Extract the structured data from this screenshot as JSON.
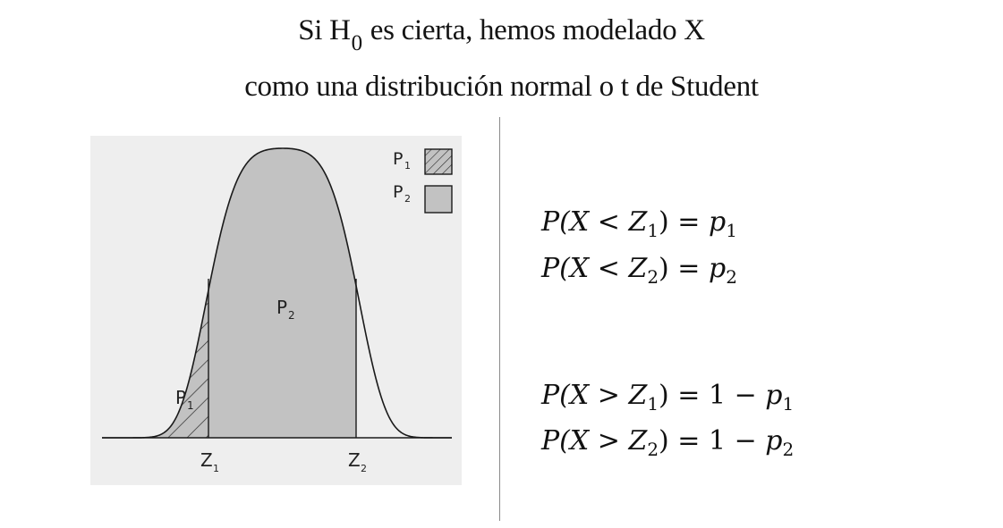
{
  "title": {
    "line1_prefix": "Si H",
    "line1_sub": "0",
    "line1_suffix": " es cierta, hemos modelado X",
    "line2": "como una distribución normal o t de Student"
  },
  "figure": {
    "legend": [
      {
        "label": "P",
        "sub": "1",
        "style": "hatched"
      },
      {
        "label": "P",
        "sub": "2",
        "style": "solid"
      }
    ],
    "region_labels": {
      "p1": {
        "label": "P",
        "sub": "1"
      },
      "p2": {
        "label": "P",
        "sub": "2"
      }
    },
    "axis_labels": {
      "z1": {
        "label": "Z",
        "sub": "1"
      },
      "z2": {
        "label": "Z",
        "sub": "2"
      }
    },
    "colors": {
      "background": "#eeeeee",
      "fill": "#c2c2c2",
      "curve": "#1a1a1a"
    }
  },
  "formulas": {
    "f1": {
      "lhs": "P(X < Z",
      "sub": "1",
      "close": ") = ",
      "rhs_var": "p",
      "rhs_sub": "1"
    },
    "f2": {
      "lhs": "P(X < Z",
      "sub": "2",
      "close": ") = ",
      "rhs_var": "p",
      "rhs_sub": "2"
    },
    "f3": {
      "lhs": "P(X > Z",
      "sub": "1",
      "close": ") = 1 − ",
      "rhs_var": "p",
      "rhs_sub": "1"
    },
    "f4": {
      "lhs": "P(X > Z",
      "sub": "2",
      "close": ") = 1 − ",
      "rhs_var": "p",
      "rhs_sub": "2"
    }
  }
}
